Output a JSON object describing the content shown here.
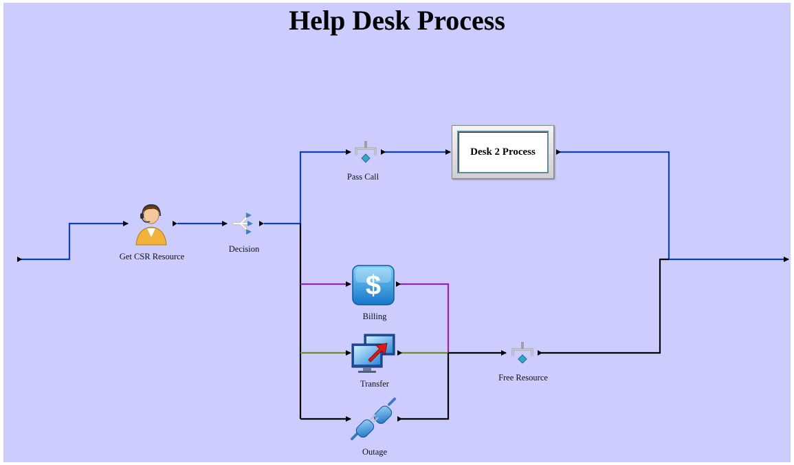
{
  "title": "Help Desk Process",
  "nodes": {
    "get_csr": "Get CSR Resource",
    "decision": "Decision",
    "pass_call": "Pass Call",
    "desk2": "Desk 2 Process",
    "billing": "Billing",
    "transfer": "Transfer",
    "outage": "Outage",
    "free_resource": "Free Resource"
  },
  "colors": {
    "background": "#ccccfe",
    "main_flow": "#0b3fbd",
    "billing_flow": "#9b1fb7",
    "transfer_flow": "#6f8c1e",
    "outage_flow": "#000000"
  }
}
